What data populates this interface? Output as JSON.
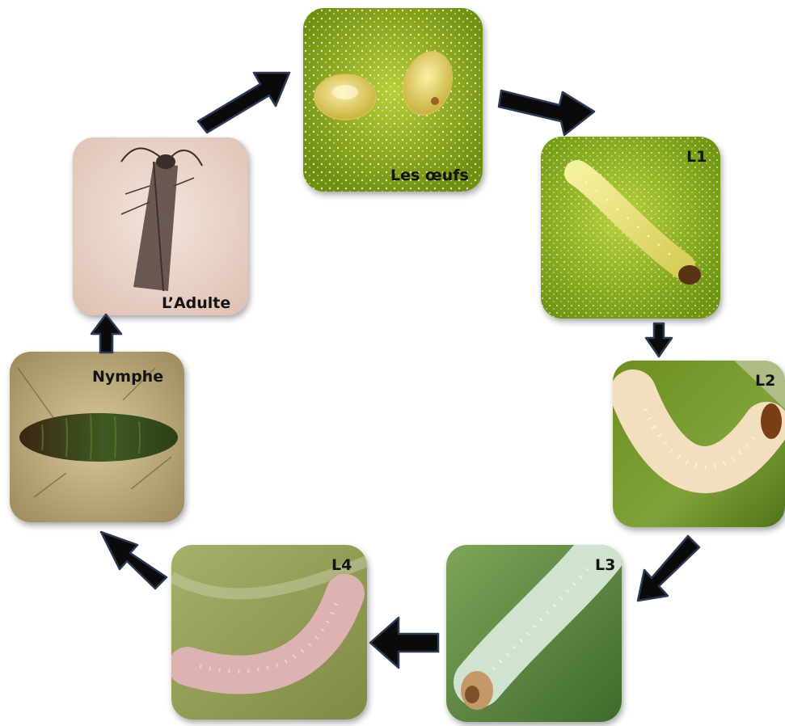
{
  "stages": [
    {
      "id": "oeufs",
      "label": "Les œufs"
    },
    {
      "id": "l1",
      "label": "L1"
    },
    {
      "id": "l2",
      "label": "L2"
    },
    {
      "id": "l3",
      "label": "L3"
    },
    {
      "id": "l4",
      "label": "L4"
    },
    {
      "id": "nymphe",
      "label": "Nymphe"
    },
    {
      "id": "adulte",
      "label": "L’Adulte"
    }
  ],
  "colors": {
    "arrow_fill": "#0a0a0a",
    "arrow_outline": "#2b3a55",
    "leaf_green": "#8fb21f",
    "larva_cream": "#efe1c0",
    "larva_mint": "#bcd8c2",
    "larva_pink": "#dcb3b0",
    "pupa_green": "#3e5a22",
    "adult_bg": "#ecd6cc"
  }
}
